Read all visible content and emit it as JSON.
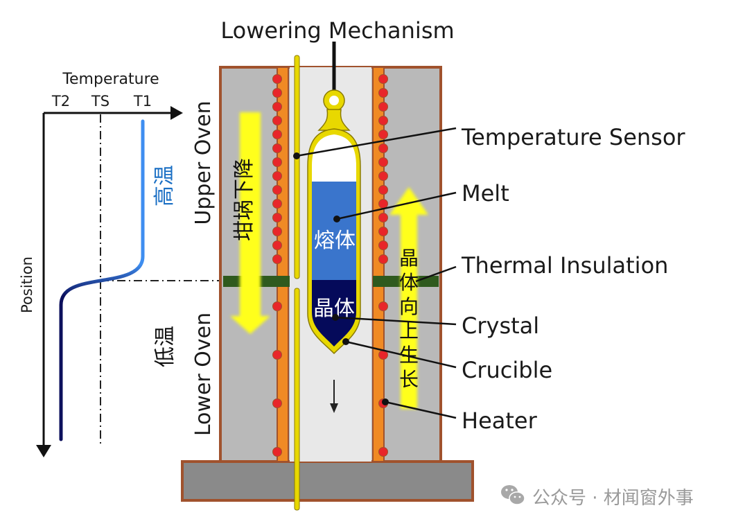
{
  "title": "Lowering Mechanism",
  "graph": {
    "x_axis_label": "Temperature",
    "x_ticks": [
      "T2",
      "TS",
      "T1"
    ],
    "y_axis_label": "Position",
    "high_temp_label": "高温",
    "low_temp_label": "低温"
  },
  "zones": {
    "upper": "Upper Oven",
    "lower": "Lower Oven"
  },
  "arrows": {
    "crucible_down": "坩埚下降",
    "crystal_up": "晶体向上生长"
  },
  "crucible": {
    "melt_label": "熔体",
    "crystal_label": "晶体"
  },
  "callouts": [
    "Temperature Sensor",
    "Melt",
    "Thermal Insulation",
    "Crystal",
    "Crucible",
    "Heater"
  ],
  "watermark": {
    "icon": "wechat-icon",
    "text": "公众号 · 材闻窗外事"
  },
  "colors": {
    "oven_wall": "#b9b9b9",
    "chamber": "#e8e8e8",
    "frame": "#a0522d",
    "heater": "#f08a24",
    "coil": "#e8262a",
    "insulation": "#2f5a1e",
    "melt": "#3a75cc",
    "crystal": "#050a5a",
    "crucible": "#e8d800",
    "arrow": "#ffff1a",
    "curve_hot": "#3e8ef0",
    "curve_cold": "#0b0f5c",
    "base": "#8a8a8a"
  }
}
